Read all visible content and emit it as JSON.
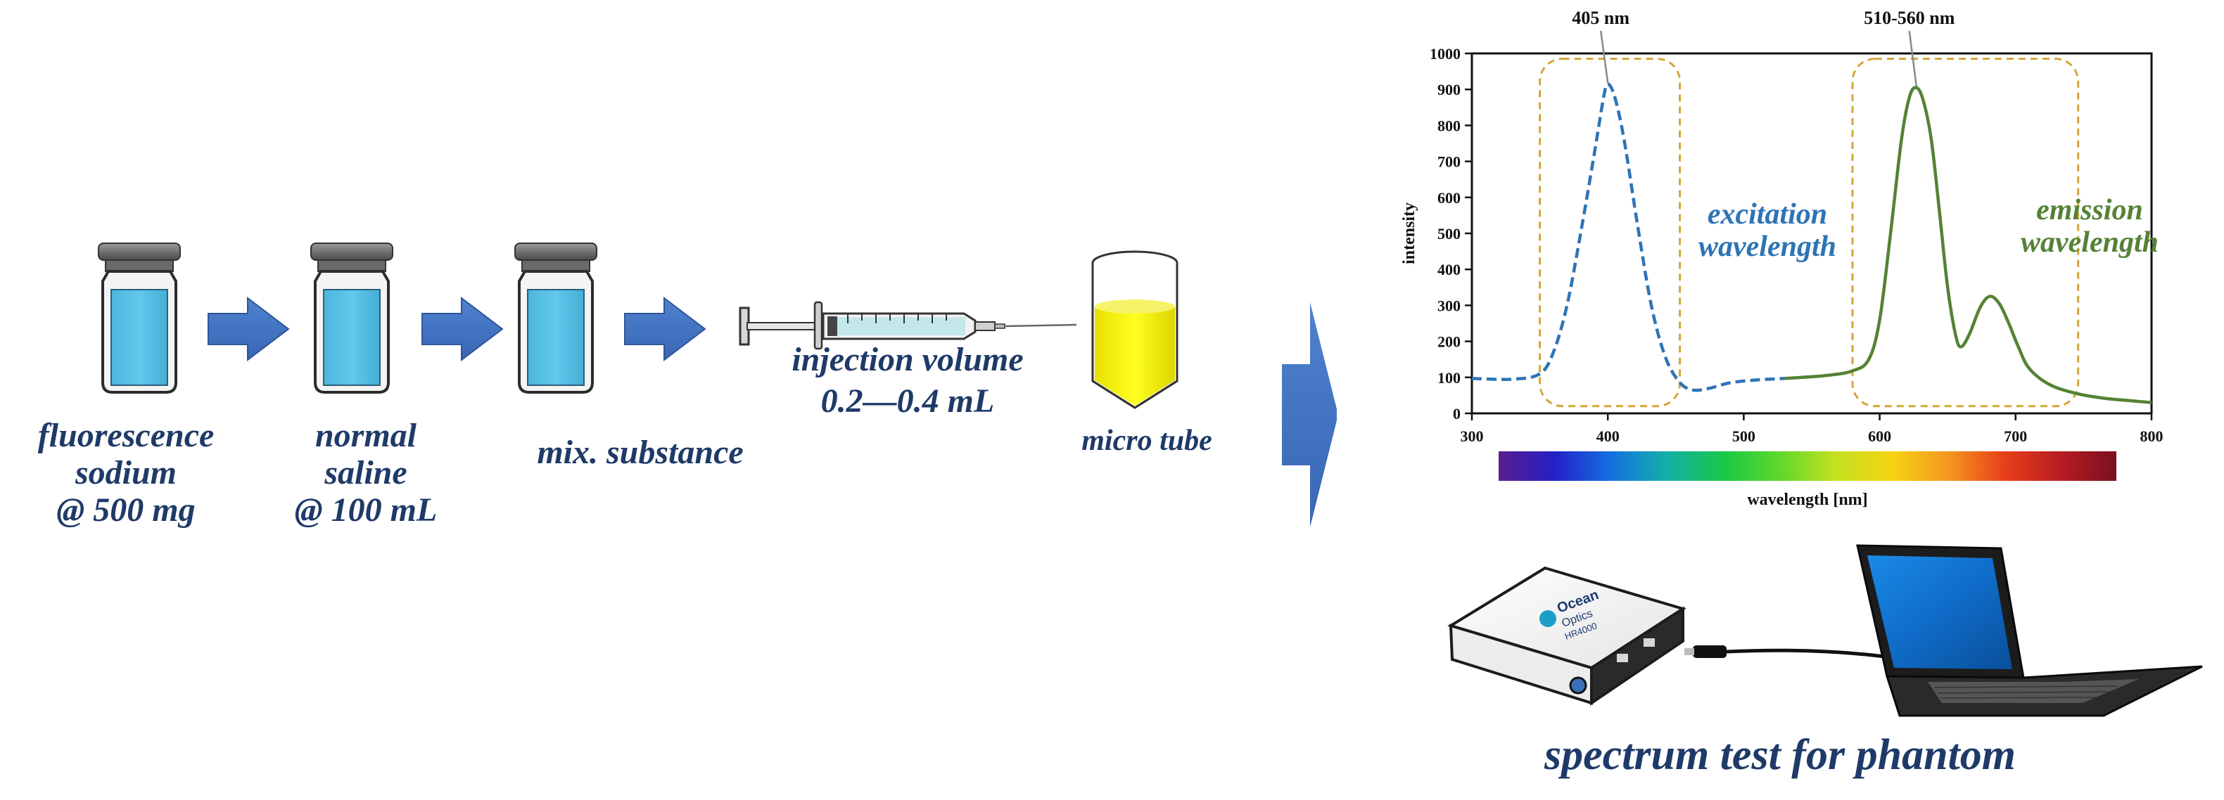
{
  "process": {
    "vial1_label": [
      "fluorescence",
      "sodium",
      "@ 500 mg"
    ],
    "vial2_label": [
      "normal",
      "saline",
      "@ 100 mL"
    ],
    "vial3_label": "mix. substance",
    "syringe_label_1": "injection volume",
    "syringe_label_2": "0.2—0.4 mL",
    "tube_label": "micro tube"
  },
  "device": {
    "brand_line1": "Ocean",
    "brand_line2": "Optics",
    "model": "HR4000",
    "caption": "spectrum test for phantom"
  },
  "chart_data": {
    "type": "line",
    "ylabel": "intensity",
    "xlabel": "wavelength [nm]",
    "xlim": [
      300,
      800
    ],
    "ylim": [
      0,
      1000
    ],
    "xticks": [
      300,
      400,
      500,
      600,
      700,
      800
    ],
    "yticks": [
      0,
      100,
      200,
      300,
      400,
      500,
      600,
      700,
      800,
      900,
      1000
    ],
    "grid": false,
    "series": [
      {
        "name": "excitation wavelength",
        "color": "#2e74b5",
        "dash": true,
        "points": [
          [
            300,
            97
          ],
          [
            330,
            95
          ],
          [
            350,
            110
          ],
          [
            360,
            170
          ],
          [
            370,
            300
          ],
          [
            380,
            500
          ],
          [
            390,
            720
          ],
          [
            397,
            880
          ],
          [
            400,
            915
          ],
          [
            405,
            880
          ],
          [
            412,
            760
          ],
          [
            422,
            520
          ],
          [
            432,
            300
          ],
          [
            442,
            160
          ],
          [
            452,
            90
          ],
          [
            462,
            65
          ],
          [
            475,
            70
          ],
          [
            490,
            85
          ],
          [
            510,
            93
          ],
          [
            530,
            97
          ]
        ]
      },
      {
        "name": "emission wavelength",
        "color": "#548235",
        "dash": false,
        "points": [
          [
            530,
            97
          ],
          [
            560,
            105
          ],
          [
            580,
            118
          ],
          [
            592,
            150
          ],
          [
            600,
            260
          ],
          [
            608,
            500
          ],
          [
            616,
            760
          ],
          [
            622,
            880
          ],
          [
            627,
            905
          ],
          [
            632,
            870
          ],
          [
            638,
            760
          ],
          [
            644,
            560
          ],
          [
            650,
            350
          ],
          [
            656,
            215
          ],
          [
            660,
            185
          ],
          [
            666,
            220
          ],
          [
            674,
            295
          ],
          [
            681,
            325
          ],
          [
            688,
            305
          ],
          [
            695,
            250
          ],
          [
            702,
            185
          ],
          [
            710,
            125
          ],
          [
            725,
            80
          ],
          [
            745,
            55
          ],
          [
            765,
            42
          ],
          [
            785,
            35
          ],
          [
            800,
            30
          ]
        ]
      }
    ],
    "annotations": [
      {
        "text": "405 nm",
        "at": [
          400,
          915
        ]
      },
      {
        "text": "510-560 nm",
        "at": [
          627,
          905
        ]
      }
    ],
    "highlight_boxes": [
      {
        "x": [
          350,
          453
        ],
        "y": [
          20,
          985
        ],
        "color": "#d4a537"
      },
      {
        "x": [
          580,
          746
        ],
        "y": [
          20,
          985
        ],
        "color": "#d4a537"
      }
    ],
    "spectrum_bar": {
      "stops": [
        "#5a1e8c",
        "#2420c8",
        "#1570e0",
        "#13b0a8",
        "#18c848",
        "#5ed82a",
        "#c4e020",
        "#f5d414",
        "#f59820",
        "#e8401a",
        "#b81c22",
        "#7a1020"
      ]
    }
  }
}
